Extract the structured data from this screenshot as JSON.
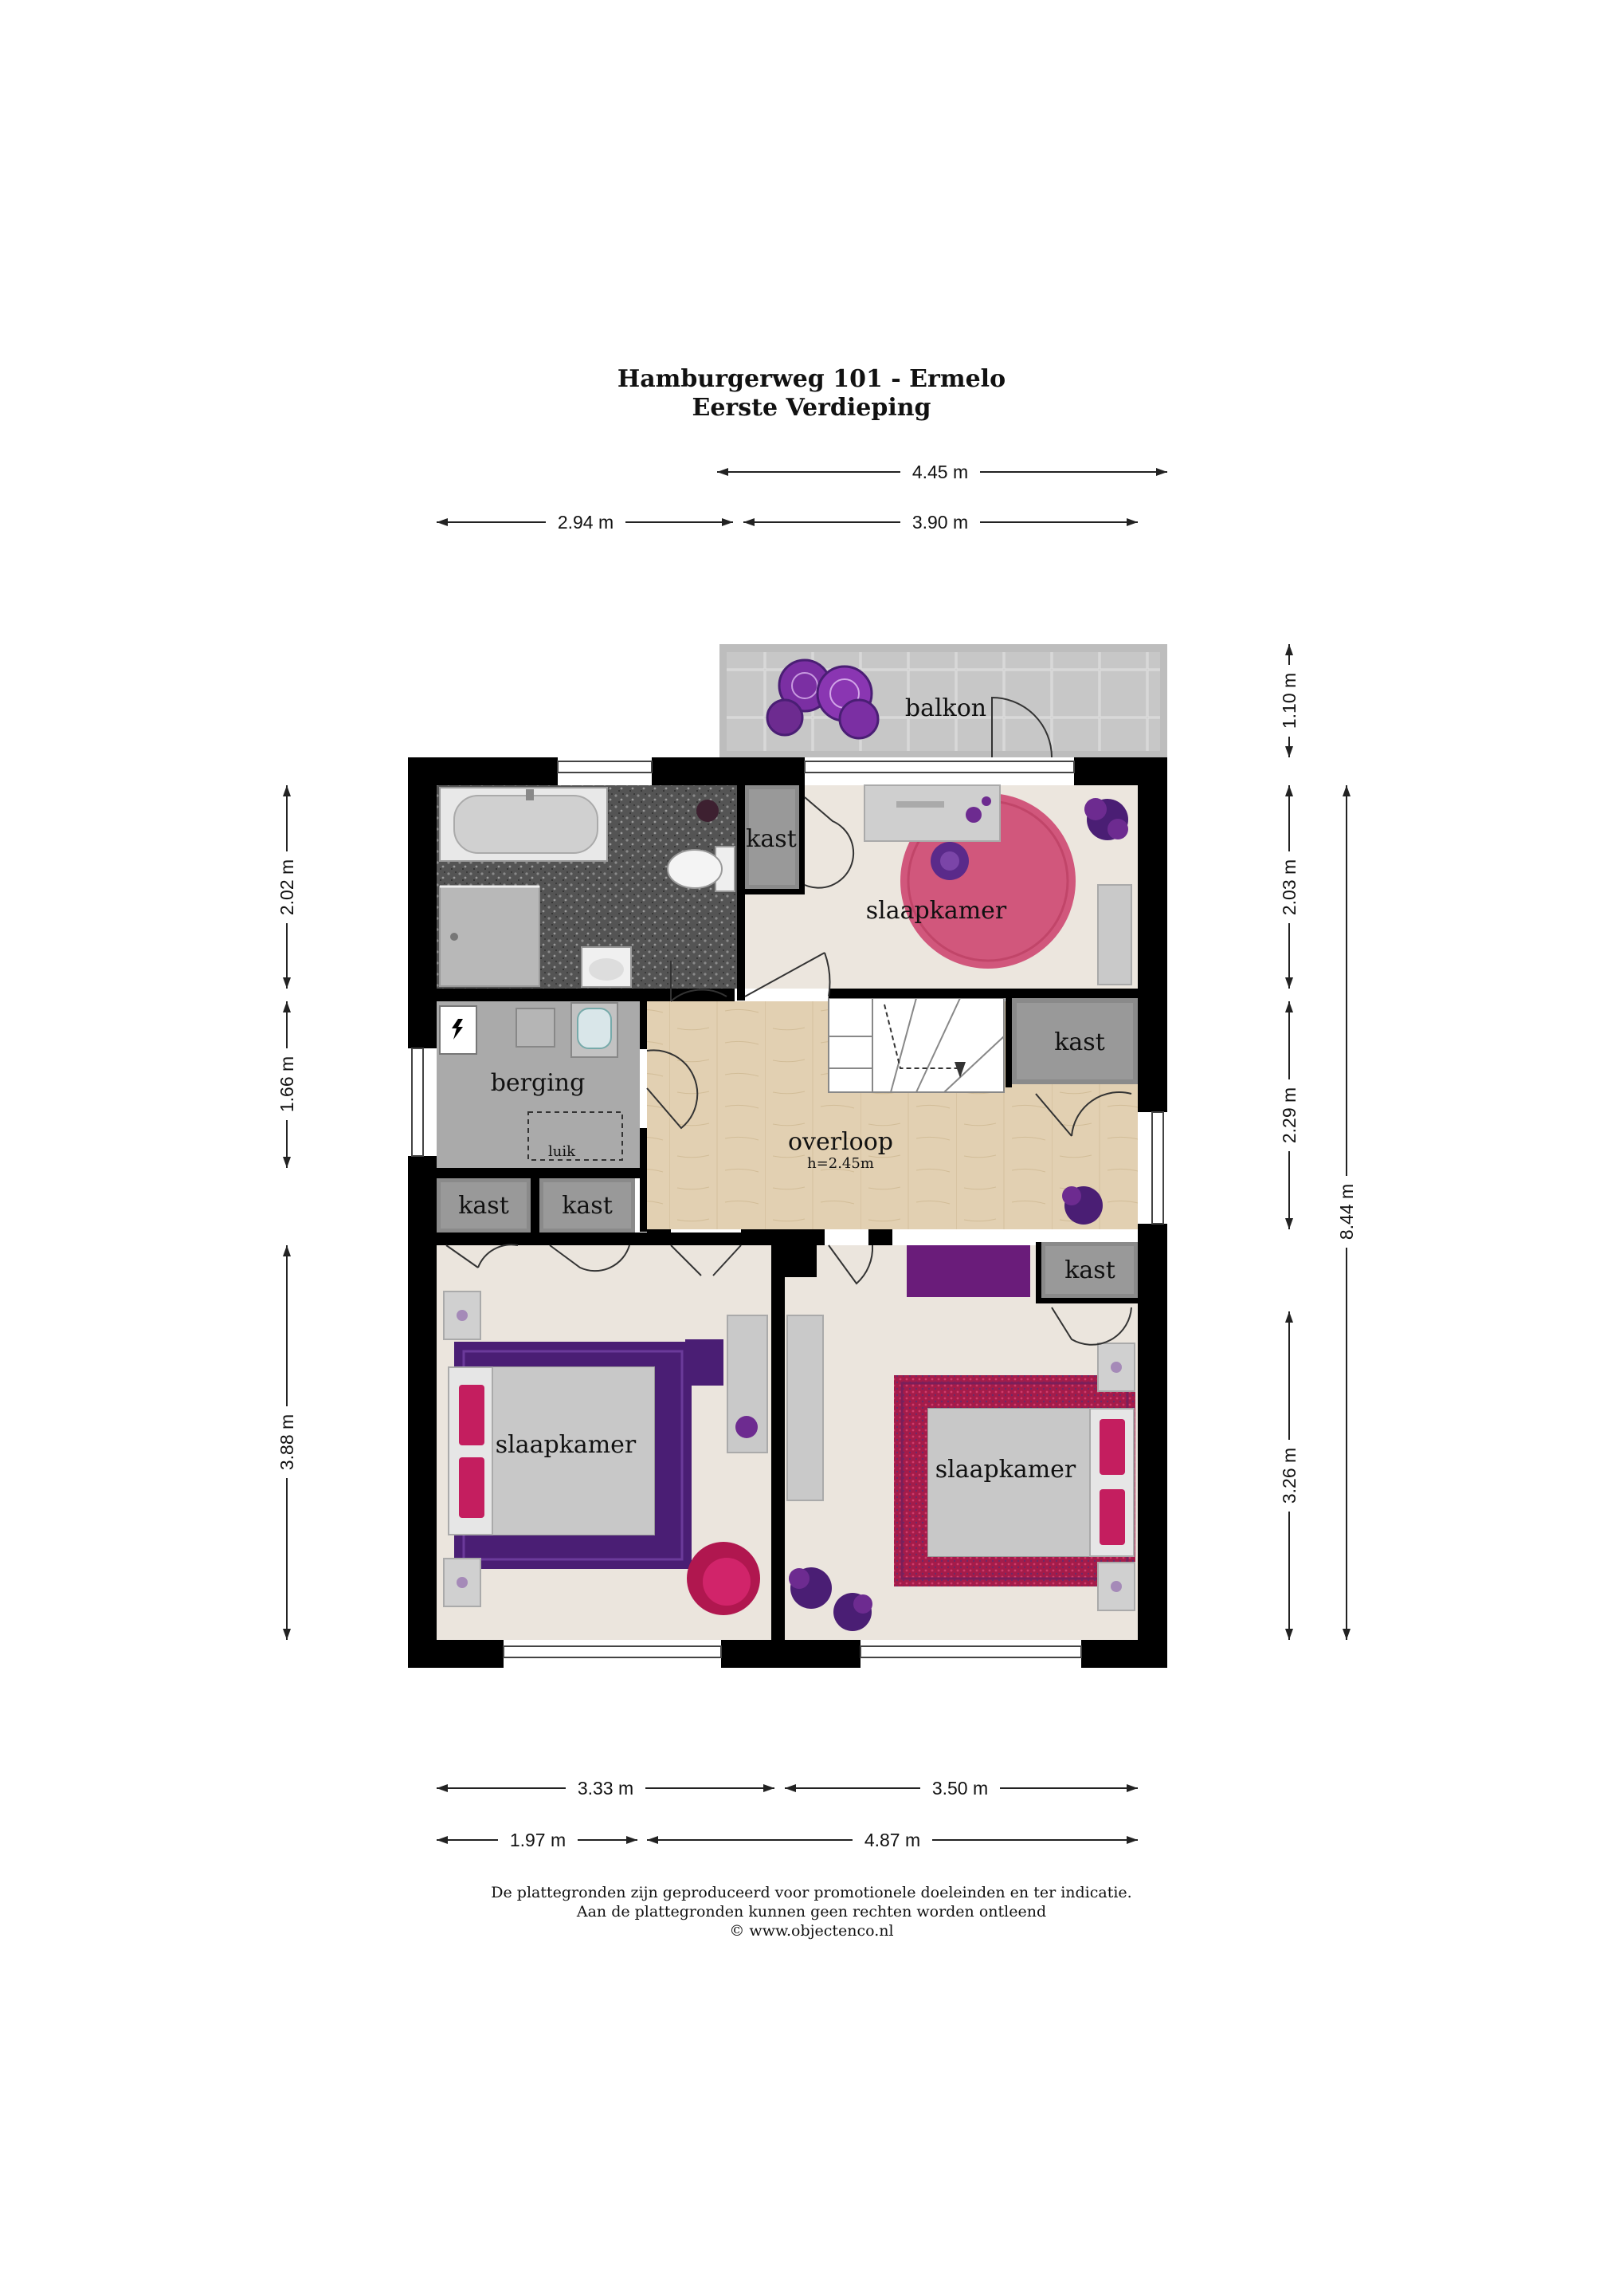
{
  "header": {
    "address": "Hamburgerweg 101 - Ermelo",
    "floor": "Eerste Verdieping"
  },
  "dimensions": {
    "top_overall": "4.45 m",
    "top_left": "2.94 m",
    "top_right": "3.90 m",
    "left_upper": "2.02 m",
    "left_middle": "1.66 m",
    "left_lower": "3.88 m",
    "right_balcony": "1.10 m",
    "right_upper": "2.03 m",
    "right_middle": "2.29 m",
    "right_lower": "3.26 m",
    "right_overall": "8.44 m",
    "bottom_left": "3.33 m",
    "bottom_right": "3.50 m",
    "bottom2_left": "1.97 m",
    "bottom2_right": "4.87 m"
  },
  "rooms": {
    "balcony": "balkon",
    "bedroom_top": "slaapkamer",
    "closet_top": "kast",
    "storage": "berging",
    "hatch": "luik",
    "landing": "overloop",
    "landing_height": "h=2.45m",
    "closet_landing": "kast",
    "closet_left_1": "kast",
    "closet_left_2": "kast",
    "closet_right": "kast",
    "bedroom_left": "slaapkamer",
    "bedroom_right": "slaapkamer"
  },
  "footer": {
    "line1": "De plattegronden zijn geproduceerd voor promotionele doeleinden en ter indicatie.",
    "line2": "Aan de plattegronden kunnen geen rechten worden ontleend",
    "line3": "© www.objectenco.nl"
  },
  "colors": {
    "wall": "#000000",
    "bathroom_floor": "#5a5a5a",
    "storage_floor": "#a9a9a9",
    "landing_floor": "#e3d2b6",
    "carpet": "#ebe5dd",
    "purple": "#4a1e74",
    "magenta": "#c41e5f",
    "pink_rug": "#d1577c"
  }
}
